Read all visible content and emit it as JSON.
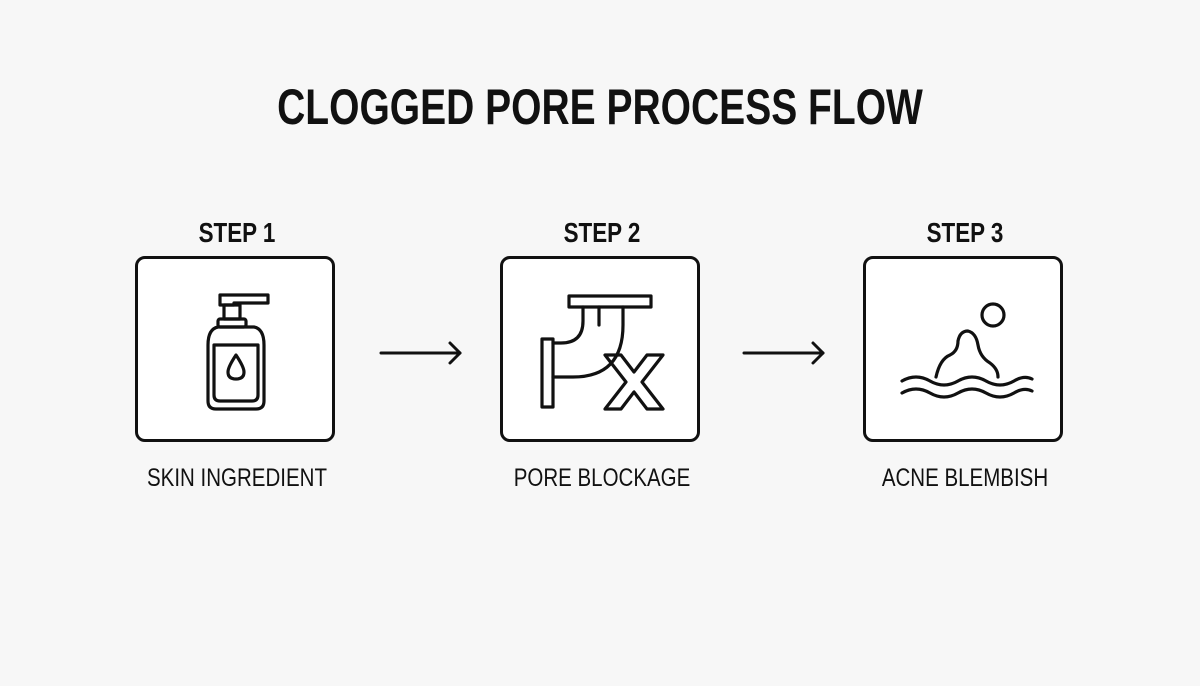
{
  "title": "CLOGGED PORE PROCESS FLOW",
  "steps": [
    {
      "label": "STEP 1",
      "caption": "SKIN INGREDIENT",
      "icon": "pump-bottle-icon"
    },
    {
      "label": "STEP 2",
      "caption": "PORE BLOCKAGE",
      "icon": "blocked-pipe-icon"
    },
    {
      "label": "STEP 3",
      "caption": "ACNE BLEMBISH",
      "icon": "blemish-icon"
    }
  ],
  "colors": {
    "ink": "#111111",
    "background": "#f7f7f7",
    "box_fill": "#ffffff"
  }
}
